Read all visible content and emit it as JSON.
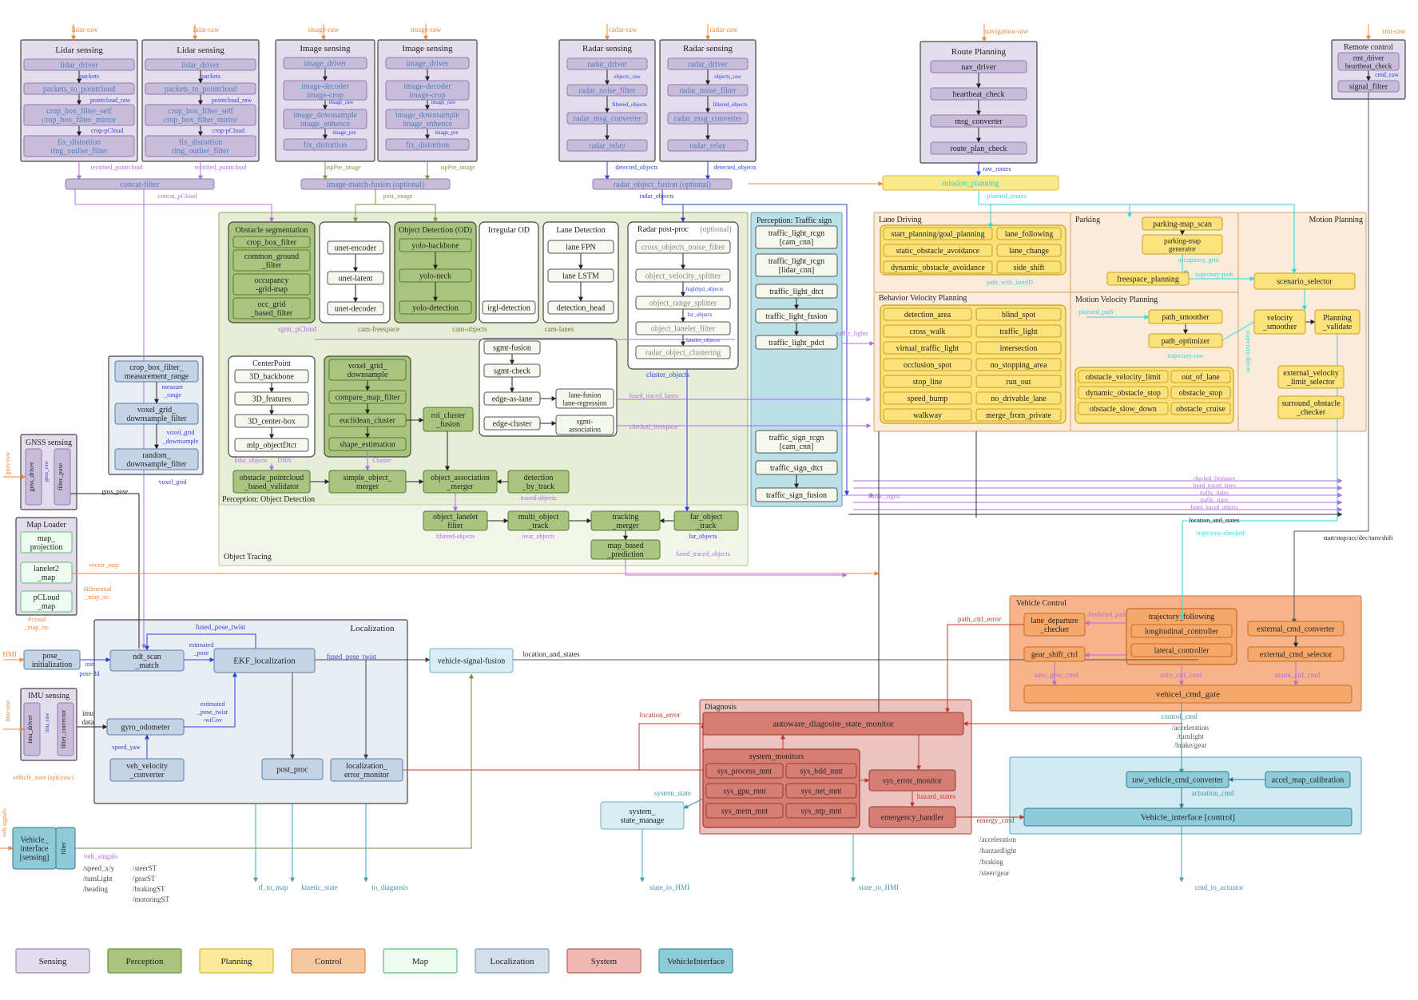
{
  "inputs": {
    "lidar_raw": "lidar-raw",
    "image_raw": "image-raw",
    "radar_raw": "radar-raw",
    "navigation_raw": "navigation-raw",
    "rmt_raw": "rmt-raw",
    "hmi": "HMI",
    "gnss_raw": "gnss-raw",
    "imu_raw": "imu-raw",
    "veh_signals": "veh signals"
  },
  "lidar": {
    "title": "Lidar sensing",
    "driver": "lidar_driver",
    "packets": "packets",
    "packets_to_pc": "packets_to_pointcloud",
    "pointcloud_raw": "pointcloud_raw",
    "crop_self": "crop_box_filter_self",
    "crop_mirror": "crop_box_filter_mirror",
    "crop_pcloud": "crop-pCloud",
    "fix": "fix_distortion",
    "ring": "ring_outlier_filter",
    "rectified": "rectified_pointcloud",
    "concat": "concat-filter",
    "concat_pcloud": "concat_pCloud"
  },
  "image": {
    "title": "Image sensing",
    "driver": "image_driver",
    "image_raw_lbl": "image_raw",
    "decoder": "image-decoder",
    "crop": "image-crop",
    "downsample": "image_downsample",
    "enhence": "image_enhence",
    "image_pre": "image_pre",
    "fix": "fix_distortion",
    "isp": "ispPre_image",
    "fusion": "image-match-fusion (optional)",
    "post_image": "post_image"
  },
  "radar": {
    "title": "Radar sensing",
    "driver": "radar_driver",
    "objects_raw": "objects_raw",
    "noise": "radar_noise_filter",
    "filtered": "filtered_objects",
    "converter": "radar_msg_converter",
    "relay": "radar_relay",
    "detected": "detected_objects",
    "fusion": "radar_object_fusion (optional)",
    "radar_objects": "radar_objects"
  },
  "route": {
    "title": "Route Planning",
    "nav_driver": "nav_driver",
    "heartbeat": "heartbeat_check",
    "msg_converter": "msg_converter",
    "route_check": "route_plan_check",
    "raw_routes": "raw_routes",
    "mission": "mission_planning",
    "planned_routes": "planned_routes"
  },
  "remote": {
    "title": "Remote control",
    "rmt_driver": "rmt_driver",
    "heartbeat": "heartbeat_check",
    "cmd_raw": "cmd_raw",
    "signal_filter": "signal_filter",
    "cmds": "start/stop/acc/dec/turn/shift"
  },
  "obstacle_seg": {
    "title": "Obstacle segmentation",
    "crop": "crop_box_filter",
    "ground1": "common_ground",
    "ground2": "_filter",
    "occ1": "occupancy",
    "occ2": "-grid-map",
    "occgrid1": "occ_grid",
    "occgrid2": "_based_filter",
    "sgmt": "sgmt_pCloud"
  },
  "unet": {
    "encoder": "unet-encoder",
    "latent": "unet-latent",
    "decoder": "unet-decoder",
    "cam_freespace": "cam-freespace"
  },
  "od": {
    "title": "Object Detection (OD)",
    "backbone": "yolo-backbone",
    "neck": "yolo-neck",
    "detection": "yolo-detection",
    "cam_objects": "cam-objects"
  },
  "irregular": {
    "title": "Irregular OD",
    "irgl": "irgl-detection"
  },
  "lane": {
    "title": "Lane Detection",
    "fpn": "lane FPN",
    "lstm": "lane LSTM",
    "head": "detection_head",
    "cam_lanes": "cam-lanes"
  },
  "radar_post": {
    "title": "Radar post-proc",
    "optional": "(optional)",
    "cross": "cross_objects_noise_filter",
    "velocity": "object_velocity_splitter",
    "highspd": "highSpd_objects",
    "range": "object_range_splitter",
    "far": "far_objects",
    "lanelet": "object_lanelet_filter",
    "lanelet_obj": "lanelet_objects",
    "clustering": "radar_object_clustering",
    "cluster_objects": "cluster_objects"
  },
  "traffic": {
    "title": "Perception: Traffic sign",
    "rcgn_cam1": "traffic_light_rcgn",
    "rcgn_cam2": "[cam_cnn]",
    "rcgn_lidar1": "traffic_light_rcgn",
    "rcgn_lidar2": "[lidar_cnn]",
    "dtct": "traffic_light_dtct",
    "fusion": "traffic_light_fusion",
    "pdct": "traffic_light_pdct",
    "traffic_lights": "traffic_lights",
    "sign_rcgn1": "traffic_sign_rcgn",
    "sign_rcgn2": "[cam_cnn]",
    "sign_dtct": "traffic_sign_dtct",
    "sign_fusion": "traffic_sign_fusion",
    "traffic_signs": "traffic_signs"
  },
  "centerpoint": {
    "title": "CenterPoint",
    "backbone": "3D_backbone",
    "features": "3D_features",
    "centerbox": "3D_center-box",
    "mlp": "mlp_objectDtct",
    "lidar_objects": "lidar_objects",
    "dnn": "DNN",
    "cluster": "Cluster"
  },
  "cluster": {
    "voxel1": "voxel_grid_",
    "voxel2": "downsample",
    "compare": "compare_map_filter",
    "euclidean": "euclidean_cluster",
    "shape": "shape_estimation"
  },
  "roi": {
    "l1": "roi_cluster",
    "l2": "_fusion"
  },
  "sgmt_block": {
    "fusion": "sgmt-fusion",
    "check": "sgmt-check",
    "edge_lane": "edge-as-lane",
    "edge_cluster": "edge-cluster",
    "lane_fusion1": "lane-fusion",
    "lane_fusion2": "lane-regression",
    "assoc1": "sgmt-",
    "assoc2": "association",
    "fused_lanes": "fused_traced_lanes",
    "checked_freespace": "checked_freespace"
  },
  "obj_det_bottom": {
    "validator1": "obstacle_pointcloud",
    "validator2": "_based_validator",
    "simple1": "simple_object_",
    "simple2": "merger",
    "assoc1": "object_association",
    "assoc2": "_merger",
    "detection1": "detection",
    "detection2": "_by_track",
    "traced": "traced-objects",
    "label": "Perception: Object Detection"
  },
  "tracing": {
    "label": "Object Tracing",
    "lanelet1": "object_lanelet",
    "lanelet2": "filter",
    "multi1": "multi_object",
    "multi2": "_track",
    "merger1": "tracking",
    "merger2": "_merger",
    "far1": "far_object",
    "far2": "_track",
    "map1": "map_based",
    "map2": "_prediction",
    "filtered": "filtered-objects",
    "near": "near_objects",
    "far_objects": "far_objects",
    "fused_objects": "fused_traced_objects"
  },
  "crop_measure": {
    "crop1": "crop_box_filter_",
    "crop2": "measurement_range",
    "measure1": "measure",
    "measure2": "_range",
    "voxel1": "voxel_grid_",
    "voxel2": "downsample_filter",
    "voxel_down1": "voxel_grid",
    "voxel_down2": "_downsample",
    "random1": "random_",
    "random2": "downsample_filter",
    "voxel_grid": "voxel_grid"
  },
  "gnss": {
    "title": "GNSS sensing",
    "driver": "gnss_driver",
    "raw": "gnss_raw",
    "filter": "filter_pose",
    "pose": "gnss_pose"
  },
  "map_loader": {
    "title": "Map Loader",
    "proj1": "map_",
    "proj2": "projection",
    "lanelet1": "lanelet2",
    "lanelet2": "_map",
    "pcloud1": "pCLoud",
    "pcloud2": "_map",
    "vector_map": "vector_map",
    "diff1": "differential",
    "diff2": "_map_src",
    "pcloud_src1": "Pcloud",
    "pcloud_src2": "_map_src"
  },
  "imu": {
    "title": "IMU sensing",
    "driver": "imu_driver",
    "raw": "imu_raw",
    "corrector": "filter_corrector",
    "data1": "imu",
    "data2": "data"
  },
  "vehicle_sensing": {
    "l1": "Vehicle_",
    "l2": "interface",
    "l3": "[sensing]",
    "filter": "filter",
    "veh_singals": "veh_singals",
    "speed": "/speed_x/y",
    "turn": "/turnLight",
    "heading": "/heading",
    "steer": "/steerST",
    "gear": "/gearST",
    "braking": "/brakingST",
    "motoring": "/motoringST",
    "vehicle_state": "vehicle_state (spd/yaw)"
  },
  "localization": {
    "title": "Localization",
    "pose1": "pose_",
    "pose2": "initialization",
    "init": "init",
    "pose3d": "pose-3d",
    "ndt1": "ndt_scan",
    "ndt2": "_match",
    "ekf": "EKF_localization",
    "fused_twist": "fused_pose_twist",
    "estimated1": "estimated",
    "estimated2": "_pose",
    "gyro": "gyro_odometer",
    "speed_yaw": "speed_yaw",
    "est_cov1": "estimated",
    "est_cov2": "_pose_twist",
    "est_cov3": "-wiCov",
    "veh1": "veh_velocity",
    "veh2": "_converter",
    "post_proc": "post_proc",
    "err1": "localization_",
    "err2": "error_monitor",
    "signal_fusion": "vehicle-signal-fusion",
    "location_states": "location_and_states",
    "tf_to_map": "tf_to_map",
    "kinetic": "kinetic_state",
    "to_diagnosis": "to_diagnosis"
  },
  "lane_driving": {
    "title": "Lane Driving",
    "start_goal": "start_planning/goal_planning",
    "following": "lane_following",
    "static": "static_obstacle_avoidance",
    "change": "lane_change",
    "dynamic": "dynamic_obstacle_avoidance",
    "side": "side_shift",
    "path_lane": "path_with_laneID"
  },
  "behavior": {
    "title": "Behavior Velocity Planning",
    "items": [
      [
        "detection_area",
        "blind_spot"
      ],
      [
        "cross_walk",
        "traffic_light"
      ],
      [
        "virtual_traffic_light",
        "intersection"
      ],
      [
        "occlusion_spot",
        "no_stopping_area"
      ],
      [
        "stop_line",
        "run_out"
      ],
      [
        "speed_bump",
        "no_drivable_lane"
      ],
      [
        "walkway",
        "merge_from_private"
      ]
    ]
  },
  "parking": {
    "title": "Parking",
    "scan": "parking-map_scan",
    "gen1": "parking-map",
    "gen2": "generator",
    "occ_grid": "occupancy_grid",
    "freespace": "freespace_planning",
    "trajectory_park": "trajectory-park"
  },
  "motion_velocity": {
    "title": "Motion Velocity Planning",
    "planned_path": "planned_path",
    "smoother": "path_smoother",
    "optimizer": "path_optimizer",
    "trajectory_raw": "trajectory-raw",
    "items": [
      [
        "obstacle_velocity_limit",
        "out_of_lane"
      ],
      [
        "dynamic_obstacle_stop",
        "obstacle_stop"
      ],
      [
        "obstacle_slow_down",
        "obstacle_cruise"
      ]
    ]
  },
  "motion_planning": {
    "title": "Motion Planning",
    "scenario": "scenario_selector",
    "velocity1": "velocity",
    "velocity2": "_smoother",
    "validate1": "Planning",
    "validate2": "_validate",
    "ext1": "external_velocity",
    "ext2": "_limit_selector",
    "surround1": "surround_obstacle",
    "surround2": "_checker",
    "trajectory_driver": "trajectory-driver",
    "trajectory_checked": "trajectory-checked"
  },
  "right_labels": [
    "checked_freespace",
    "fused_traced_lanes",
    "traffic_lights",
    "traffic_signs",
    "fused_traced_objects"
  ],
  "vehicle_control": {
    "title": "Vehicle Control",
    "lane_dep1": "lane_departure",
    "lane_dep2": "_checker",
    "predicted": "Predicted_path",
    "traj": "trajectory_following",
    "longi": "longitudinal_controller",
    "lateral": "lateral_controller",
    "gear": "gear_shift_ctrl",
    "ext_conv": "external_cmd_converter",
    "ext_sel": "external_cmd_selector",
    "auto_gear": "auto_gear_cmd",
    "auto_ctrl": "auto_ctrl_cmd",
    "manu": "manu_ctrl_cmd",
    "gate": "vehicel_cmd_gate",
    "path_ctrl_error": "path_ctrl_error",
    "control_cmd": "control_cmd",
    "ctrl_list": [
      "/acceleration",
      "/turnlight",
      "/brake/gear"
    ]
  },
  "diagnosis": {
    "title": "Diagnosis",
    "monitor": "autoware_diagosite_state_monitor",
    "location_error": "location_error",
    "sys_title": "system_monitors",
    "sys": [
      [
        "sys_process_mnt",
        "sys_hdd_mnt"
      ],
      [
        "sys_gpu_mnt",
        "sys_net_mnt"
      ],
      [
        "sys_mem_mnt",
        "sys_ntp_mnt"
      ]
    ],
    "error": "sys_error_monitor",
    "hazard": "hazard_states",
    "emergency": "emergency_handler",
    "emergy_cmd": "emergy_cmd",
    "emergy_list": [
      "/acceleration",
      "/harzardlight",
      "/braking",
      "/steer/gear"
    ],
    "system_state": "system_state",
    "manage1": "system_",
    "manage2": "state_manage",
    "state_to_hmi": "state_to_HMI"
  },
  "vehicle_if": {
    "converter": "raw_vehicle_cmd_converter",
    "accel": "accel_map_calibration",
    "actuation": "actuation_cmd",
    "control": "Vehicle_interface [control]",
    "cmd_to_actuator": "cmd_to_actuator"
  },
  "legend": [
    {
      "label": "Sensing",
      "fill": "#e3dcec",
      "stroke": "#9c88b5"
    },
    {
      "label": "Perception",
      "fill": "#a9c47f",
      "stroke": "#6d8f3d"
    },
    {
      "label": "Planning",
      "fill": "#fbea9a",
      "stroke": "#d8b93a"
    },
    {
      "label": "Control",
      "fill": "#f7c8a0",
      "stroke": "#e08a4a"
    },
    {
      "label": "Map",
      "fill": "#eefbf0",
      "stroke": "#5cc07a"
    },
    {
      "label": "Localization",
      "fill": "#d4deeb",
      "stroke": "#7f9cc0"
    },
    {
      "label": "System",
      "fill": "#f0b8b2",
      "stroke": "#c0605a"
    },
    {
      "label": "VehicleInterface",
      "fill": "#8fcad8",
      "stroke": "#3f94a8"
    }
  ],
  "colors": {
    "sensing": "#e3dcec",
    "sensing_node": "#c8bcdb",
    "sensing_text": "#4a7fc0",
    "perception": "#e6eed8",
    "perception_node": "#a9c47f",
    "planning": "#fcebd9",
    "planning_node": "#fbe27a",
    "control": "#f7b48a",
    "diagnosis": "#ebc4c0",
    "diag_node": "#d77e74",
    "loc": "#e9eef5",
    "loc_node": "#c5d3e6",
    "vif": "#d2ebf2",
    "vif_node": "#8fcad8",
    "orange_arrow": "#f0873a",
    "purple_arrow": "#b06ee0",
    "blue_arrow": "#2f3fd9",
    "cyan_arrow": "#2cd6e0",
    "olive_arrow": "#7a9a3c",
    "red_arrow": "#c0392b",
    "gray_arrow": "#555555"
  }
}
